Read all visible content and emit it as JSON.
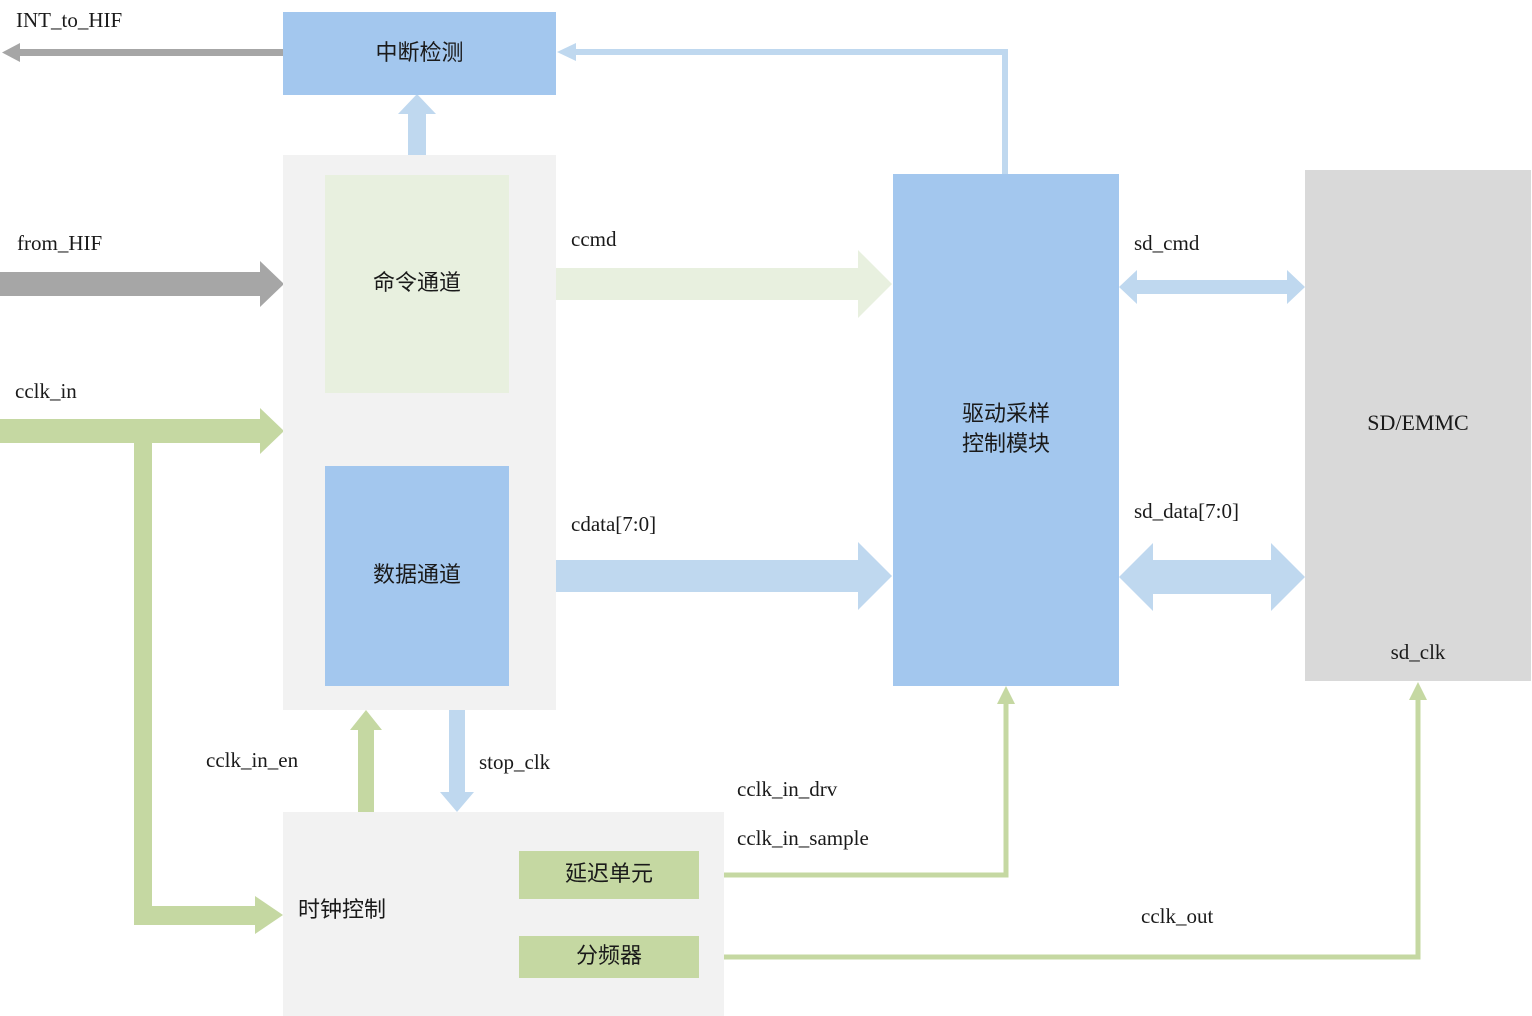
{
  "colors": {
    "blue": "#a3c7ee",
    "light_blue": "#bfd8ef",
    "green": "#c5d8a2",
    "light_green": "#e8f0df",
    "gray_panel": "#f2f2f2",
    "sd_gray": "#d9d9d9",
    "gray_arrow": "#a6a6a6"
  },
  "blocks": {
    "interrupt": "中断检测",
    "cmd_channel": "命令通道",
    "data_channel": "数据通道",
    "driver_line1": "驱动采样",
    "driver_line2": "控制模块",
    "sd_emmc": "SD/EMMC",
    "sd_clk": "sd_clk",
    "clock_ctrl": "时钟控制",
    "delay_unit": "延迟单元",
    "divider": "分频器"
  },
  "signals": {
    "int_to_hif": "INT_to_HIF",
    "from_hif": "from_HIF",
    "cclk_in": "cclk_in",
    "ccmd": "ccmd",
    "sd_cmd": "sd_cmd",
    "cdata": "cdata[7:0]",
    "sd_data": "sd_data[7:0]",
    "cclk_in_en": "cclk_in_en",
    "stop_clk": "stop_clk",
    "cclk_in_drv": "cclk_in_drv",
    "cclk_in_sample": "cclk_in_sample",
    "cclk_out": "cclk_out"
  }
}
